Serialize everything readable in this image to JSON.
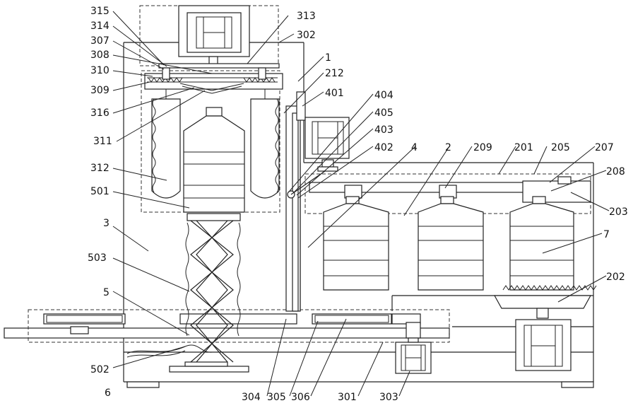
{
  "labels": [
    {
      "id": "315",
      "text": "315"
    },
    {
      "id": "314",
      "text": "314"
    },
    {
      "id": "307",
      "text": "307"
    },
    {
      "id": "308",
      "text": "308"
    },
    {
      "id": "310",
      "text": "310"
    },
    {
      "id": "309",
      "text": "309"
    },
    {
      "id": "316",
      "text": "316"
    },
    {
      "id": "311",
      "text": "311"
    },
    {
      "id": "312",
      "text": "312"
    },
    {
      "id": "501",
      "text": "501"
    },
    {
      "id": "3",
      "text": "3"
    },
    {
      "id": "503",
      "text": "503"
    },
    {
      "id": "5",
      "text": "5"
    },
    {
      "id": "502",
      "text": "502"
    },
    {
      "id": "6",
      "text": "6"
    },
    {
      "id": "313",
      "text": "313"
    },
    {
      "id": "302",
      "text": "302"
    },
    {
      "id": "1",
      "text": "1"
    },
    {
      "id": "212",
      "text": "212"
    },
    {
      "id": "401",
      "text": "401"
    },
    {
      "id": "404",
      "text": "404"
    },
    {
      "id": "405",
      "text": "405"
    },
    {
      "id": "403",
      "text": "403"
    },
    {
      "id": "402",
      "text": "402"
    },
    {
      "id": "4",
      "text": "4"
    },
    {
      "id": "2",
      "text": "2"
    },
    {
      "id": "209",
      "text": "209"
    },
    {
      "id": "201",
      "text": "201"
    },
    {
      "id": "205",
      "text": "205"
    },
    {
      "id": "207",
      "text": "207"
    },
    {
      "id": "208",
      "text": "208"
    },
    {
      "id": "203",
      "text": "203"
    },
    {
      "id": "7",
      "text": "7"
    },
    {
      "id": "202",
      "text": "202"
    },
    {
      "id": "304",
      "text": "304"
    },
    {
      "id": "305",
      "text": "305"
    },
    {
      "id": "306",
      "text": "306"
    },
    {
      "id": "301",
      "text": "301"
    },
    {
      "id": "303",
      "text": "303"
    }
  ]
}
